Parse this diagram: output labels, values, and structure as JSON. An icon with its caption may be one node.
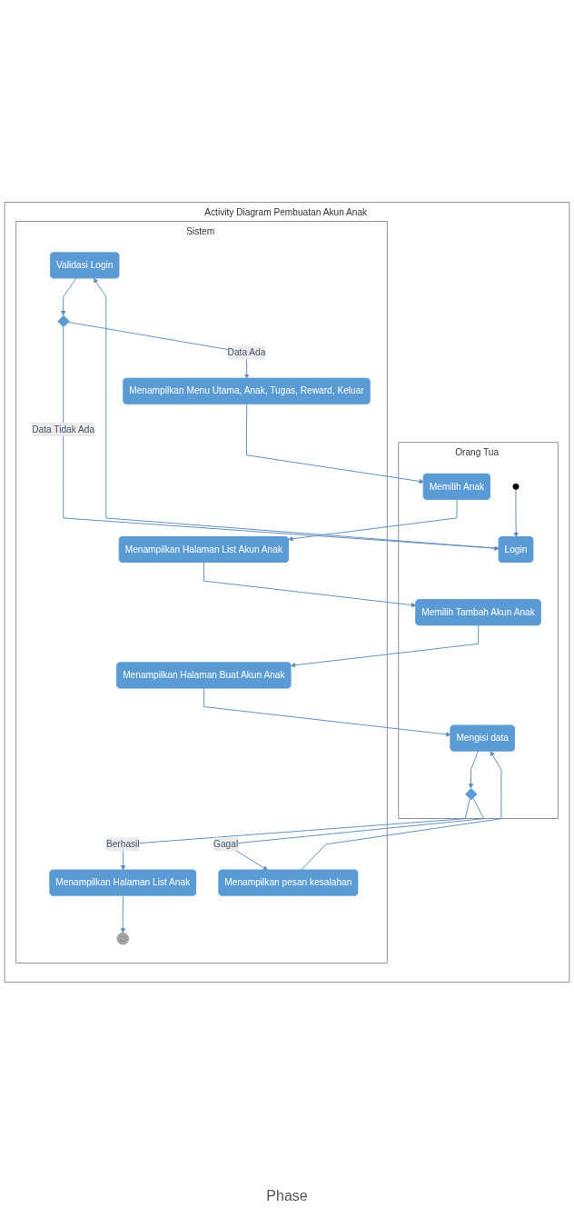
{
  "diagram": {
    "nodes": [
      {
        "text": [
          "Activity Diagram Pembuatan Akun Anak"
        ]
      },
      {
        "text": [
          "Orang Tua"
        ],
        "in": 0
      },
      {
        "text": [
          "Sistem"
        ],
        "in": 0
      },
      {
        "text": [],
        "shape": "circle",
        "in": 1
      },
      {
        "text": [
          "Login"
        ],
        "in": 1
      },
      {
        "text": [
          "Validasi Login"
        ],
        "in": 2
      },
      {
        "text": [],
        "shape": "diamond",
        "in": 2
      },
      {
        "text": [
          "Menampilkan Menu Utama, Anak, Tugas, Reward, Keluar"
        ],
        "in": 2
      },
      {
        "text": [
          "Memilih Anak"
        ],
        "in": 1
      },
      {
        "text": [
          "Menampilkan Halaman List Akun Anak"
        ],
        "in": 2
      },
      {
        "text": [
          "Memilih Tambah Akun Anak"
        ],
        "in": 1
      },
      {
        "text": [
          "Menampilkan Halaman Buat Akun Anak"
        ],
        "in": 2
      },
      {
        "text": [
          "Mengisi data"
        ],
        "in": 1
      },
      {
        "text": [],
        "shape": "diamond",
        "in": 1
      },
      {
        "text": [
          "Menampilkan Halaman List Anak"
        ],
        "in": 2
      },
      {
        "text": [
          "Menampilkan pesan kesalahan"
        ],
        "in": 2
      },
      {
        "text": [],
        "shape": "circle",
        "in": 2
      }
    ],
    "edges": [
      {
        "from": 3,
        "to": 4,
        "arrow": "to"
      },
      {
        "from": 4,
        "to": 5,
        "arrow": "to"
      },
      {
        "from": 5,
        "to": 6,
        "arrow": "to"
      },
      {
        "from": 6,
        "to": 4,
        "arrow": "to",
        "label": "Data Tidak Ada"
      },
      {
        "from": 6,
        "to": 7,
        "arrow": "to",
        "label": "Data Ada"
      },
      {
        "from": 7,
        "to": 8,
        "arrow": "to"
      },
      {
        "from": 8,
        "to": 9,
        "arrow": "to"
      },
      {
        "from": 9,
        "to": 10,
        "arrow": "to"
      },
      {
        "from": 10,
        "to": 11,
        "arrow": "to"
      },
      {
        "from": 11,
        "to": 12,
        "arrow": "to"
      },
      {
        "from": 12,
        "to": 13,
        "arrow": "to"
      },
      {
        "from": 13,
        "to": 14,
        "arrow": "to",
        "label": "Berhasil"
      },
      {
        "from": 13,
        "to": 15,
        "arrow": "to",
        "label": "Gagal"
      },
      {
        "from": 15,
        "to": 12,
        "arrow": "to"
      },
      {
        "from": 14,
        "to": 16,
        "arrow": "to"
      }
    ],
    "labels": [
      "Phase"
    ]
  }
}
